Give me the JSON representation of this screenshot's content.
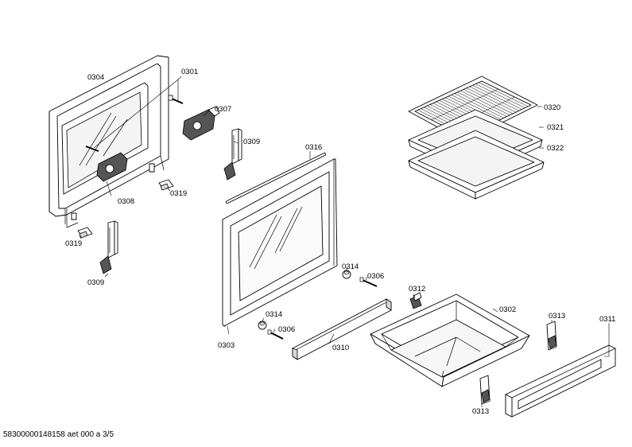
{
  "labels": {
    "p0304": "0304",
    "p0301": "0301",
    "p0307": "0307",
    "p0309a": "0309",
    "p0308": "0308",
    "p0319a": "0319",
    "p0319b": "0319",
    "p0309b": "0309",
    "p0316": "0316",
    "p0303": "0303",
    "p0314a": "0314",
    "p0306a": "0306",
    "p0314b": "0314",
    "p0306b": "0306",
    "p0310": "0310",
    "p0312": "0312",
    "p0302": "0302",
    "p0313a": "0313",
    "p0313b": "0313",
    "p0311": "0311",
    "p0320": "0320",
    "p0321": "0321",
    "p0322": "0322"
  },
  "footer": "58300000148158 aet 000 a 3/5"
}
